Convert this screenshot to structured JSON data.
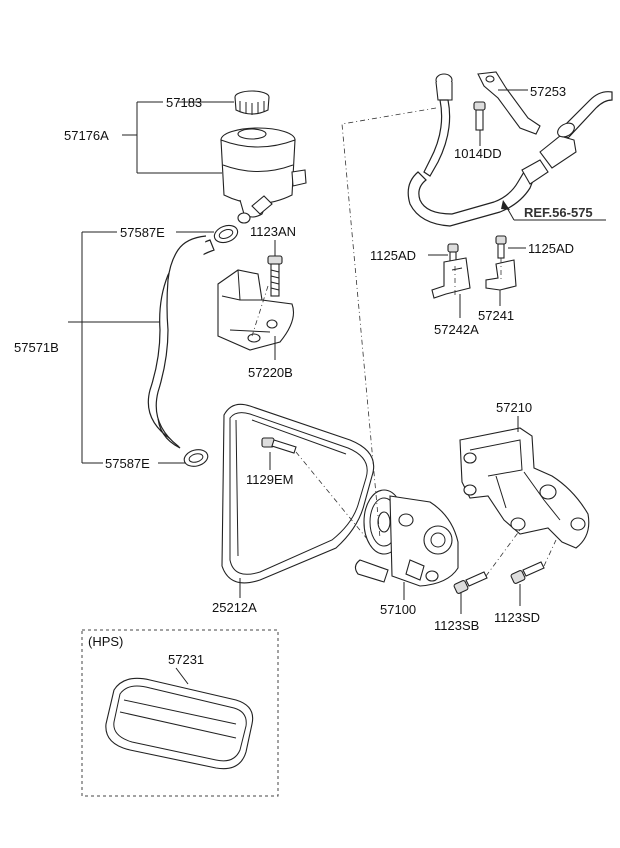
{
  "labels": {
    "p57183": "57183",
    "p57176A": "57176A",
    "p57587E_top": "57587E",
    "p1123AN": "1123AN",
    "p57571B": "57571B",
    "p57220B": "57220B",
    "p57587E_bottom": "57587E",
    "p1129EM": "1129EM",
    "p25212A": "25212A",
    "p57100": "57100",
    "p1123SB": "1123SB",
    "p1123SD": "1123SD",
    "p57210": "57210",
    "p57253": "57253",
    "p1014DD": "1014DD",
    "ref": "REF.56-575",
    "p1125AD_left": "1125AD",
    "p1125AD_right": "1125AD",
    "p57242A": "57242A",
    "p57241": "57241",
    "hps": "(HPS)",
    "p57231": "57231"
  }
}
